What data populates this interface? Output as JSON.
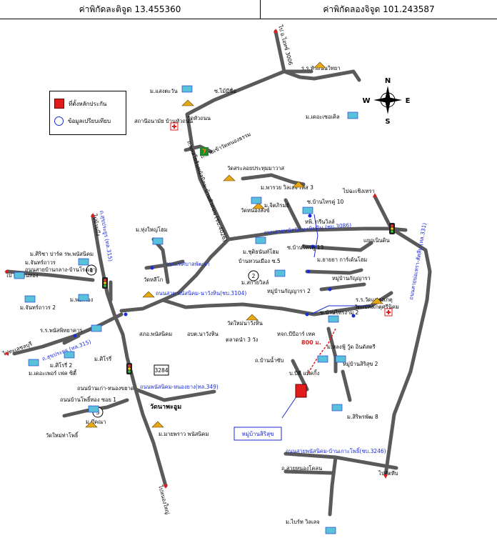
{
  "header": {
    "lat_label": "ค่าพิกัดละติจูด 13.455360",
    "lon_label": "ค่าพิกัดลองจิจูด 101.243587"
  },
  "legend": {
    "item1": "ที่ตั้งหลักประกัน",
    "item2": "ข้อมูลเปรียบเทียบ"
  },
  "compass": {
    "n": "N",
    "s": "S",
    "e": "E",
    "w": "W"
  },
  "roads": {
    "r1": "ไป อ.ไอทซ์ 3006",
    "r2": "ถ.พหลโยธินพนัสนิคม-บ้านหัวถนน (ชบ.4026)",
    "r3": "ถ.สายเข้าวัดหนองธรรม",
    "r4": "ถนนสายพนัสนิคม-เนินดิน (ชบ.3086)",
    "r5": "ถนนสาย พนัสนิคม-นาวังหิน(ชบ.3104)",
    "r6": "ถนนเทศบาลพัฒนา",
    "r7": "ถนนสายบ้านกลาง-บ้านโรงเตา",
    "r8": "ถ.สุขประยูร (ทล.315)",
    "r9": "ถ.สุขประยูร (ทล.315)",
    "r10": "ถนนบ้านเก่า-หนองขยาด",
    "r11": "ถนนพนัสนิคม-หนองยาง(ทล.349)",
    "r12": "ถนนสายพนัสนิคม-บ้านเกาะโพธิ์(ชบ.3246)",
    "r13": "ถนนสายบ่อเหรา-สัตหีบ (ทล.331)",
    "r14": "ถ.สายหนองโคลน",
    "r15": "ถ.บ้านน้ำซับ",
    "r16": "ไปทะเลชลบุรี",
    "r17": "ไปหนองใหญ่",
    "r18": "ไปบ้านบึง",
    "r19": "ไปฉะเชิงเทรา",
    "r20": "ไปสัตหีบ",
    "r21": "ไป ต.พานทอง"
  },
  "places": {
    "p1": "ร.ร.หัวถนนวิทยา",
    "p2": "ม.แสงตะวัน",
    "p3": "ซ.ไม้มีชื่อ",
    "p4": "สถานีอนามัย บ้านหัวถนน",
    "p5": "วัดหัวถนน",
    "p6": "ม.เดอะเซอเคิล",
    "p7": "วัดสระลอยประทุมมาวาส",
    "p8": "ม.พารวย วิลเลจ เฟส 3",
    "p9": "ซ.บ้านไทรคู่ 10",
    "p10": "วัดหนองสังข์",
    "p11": "ม.จิตภิรมย์",
    "p12": "หพิ. กรีนวิลล์",
    "p13": "ม.ทุ่งใหญ่โฮม",
    "p14": "ซ.บ้านไทรคู่ 13",
    "p15": "ม.ยายยา การ์เด้นโฮม",
    "p16": "แยกเนินดิน",
    "p17": "ม.ศิริชา ปาร์ค",
    "p18": "รพ.พนัสนิคม",
    "p19": "ม.จันทร์ถาวร",
    "p20": "ม.ชุติธนันท์โฮม",
    "p21": "บ้านหวนเมือง ซ.5",
    "p22": "หมู่บ้านกัญญารา",
    "p23": "หมู่บ้านกัญญารา 2",
    "p24": "ร.ร.วัดแปลงเกตุ",
    "p25": "วัดแปลงเกตุศรีนิคม",
    "p26": "ม.สกายวิลล์",
    "p27": "ม.จันทร์ถาวร 2",
    "p28": "ม.พอเพียง",
    "p29": "วัดหลีโก",
    "p30": "ซ.บ้านไทรงาม 2",
    "p31": "สภอ.พนัสนิคม",
    "p32": "อบต.นาวังหิน",
    "p33": "วัดใหม่นาวังหิน",
    "p34": "ตลาดนำ 3 วัง",
    "p35": "หจก.บีบีอาร์ เทค",
    "p36": "ร.ร.พนัสพิทยาคาร",
    "p37": "ม.ศิโรรี่ 2",
    "p38": "ม.ศิโรรี่",
    "p39": "ม.เดอะเพอร์ เฟค ซิตี้",
    "p40": "ม.หลงฟู้ วู้ด อินดัสตรี",
    "p41": "บ.บีที แพ็คกิ้ง",
    "p42": "หมู่บ้านสิริสุข 2",
    "p43": "ม.สิริพรพัฒ 8",
    "p44": "วัดนาพะอูม",
    "p45": "ม.มายพราว พนัสนิคม",
    "p46": "ม.มีคณา",
    "p47": "วัดใหม่ท่าโพธิ์",
    "p48": "ถนนบ้านโพธิ์ทอง ซอย 1",
    "p49": "ม.ไบร์ท วิลเลจ",
    "p50": "หมู่บ้านสิริสุข",
    "p51": "800 ม.",
    "p52": "3284",
    "num1": "1",
    "num2": "2",
    "num3": "3",
    "num7": "7"
  },
  "colors": {
    "road": "#5a5a5a",
    "accent_blue": "#1a2bd6",
    "marker_red": "#e21b1b"
  }
}
